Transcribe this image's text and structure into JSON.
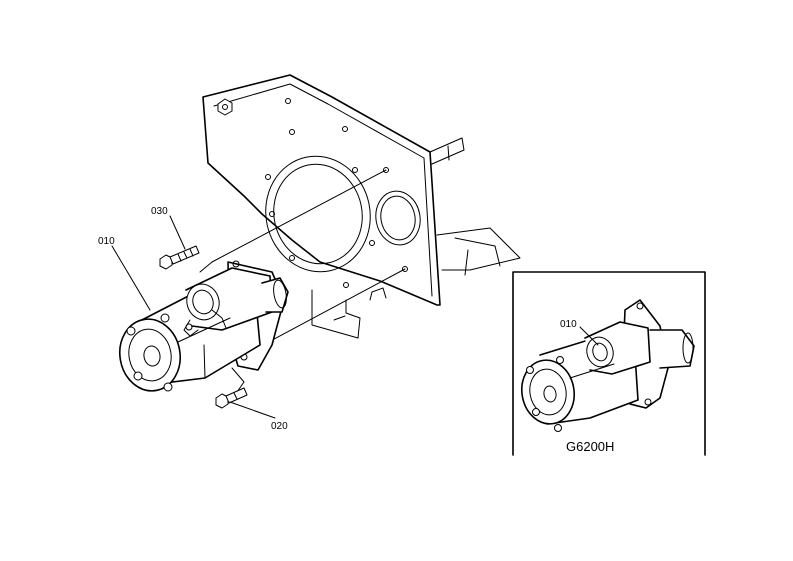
{
  "callouts": {
    "starter": "010",
    "bolt_lower": "020",
    "bolt_upper": "030",
    "inset_starter": "010"
  },
  "inset": {
    "model_code": "G6200H"
  },
  "colors": {
    "line": "#000000",
    "background": "#ffffff"
  }
}
